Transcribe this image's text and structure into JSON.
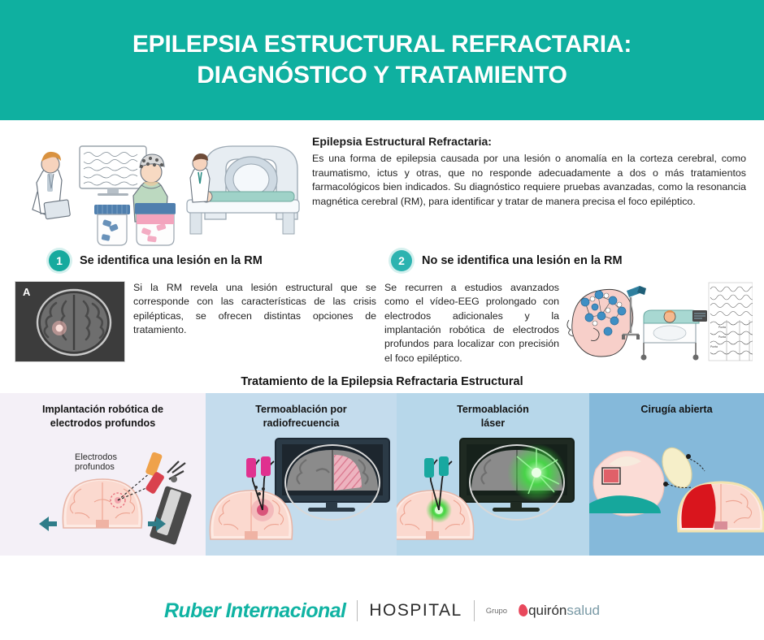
{
  "header": {
    "title_line1": "EPILEPSIA ESTRUCTURAL REFRACTARIA:",
    "title_line2": "DIAGNÓSTICO Y TRATAMIENTO",
    "bg_color": "#0fb0a0"
  },
  "intro": {
    "title": "Epilepsia Estructural Refractaria:",
    "body": "Es una forma de epilepsia causada por una lesión o anomalía en la corteza cerebral, como traumatismo, ictus y otras, que no responde adecuadamente a dos o más tratamientos farmacológicos bien indicados. Su diagnóstico requiere pruebas avanzadas, como la resonancia magnética cerebral (RM), para identificar y tratar de manera precisa el foco epiléptico."
  },
  "steps": [
    {
      "number": "1",
      "title": "Se identifica una lesión en la RM",
      "body": "Si la RM revela una lesión estructural que se corresponde con las características de las crisis epilépticas, se ofrecen distintas opciones de tratamiento.",
      "image_label": "A"
    },
    {
      "number": "2",
      "title": "No se identifica una lesión en la RM",
      "body": "Se recurren a estudios avanzados como el vídeo-EEG prolongado con electrodos adicionales y la implantación robótica de electrodos profundos para localizar con precisión el foco epiléptico."
    }
  ],
  "treatment": {
    "title": "Tratamiento de la Epilepsia Refractaria Estructural",
    "panels": [
      {
        "label_line1": "Implantación robótica de",
        "label_line2": "electrodos profundos",
        "bg_color": "#f4f0f7",
        "annotation_line1": "Electrodos",
        "annotation_line2": "profundos"
      },
      {
        "label_line1": "Termoablación por",
        "label_line2": "radiofrecuencia",
        "bg_color": "#c4dced"
      },
      {
        "label_line1": "Termoablación",
        "label_line2": "láser",
        "bg_color": "#b7d7ea"
      },
      {
        "label_line1": "Cirugía abierta",
        "label_line2": "",
        "bg_color": "#85b9da"
      }
    ]
  },
  "footer": {
    "brand": "Ruber Internacional",
    "hospital": "HOSPITAL",
    "grupo": "Grupo",
    "quiron": "quirón",
    "salud": "salud",
    "brand_color": "#10b3a3"
  }
}
